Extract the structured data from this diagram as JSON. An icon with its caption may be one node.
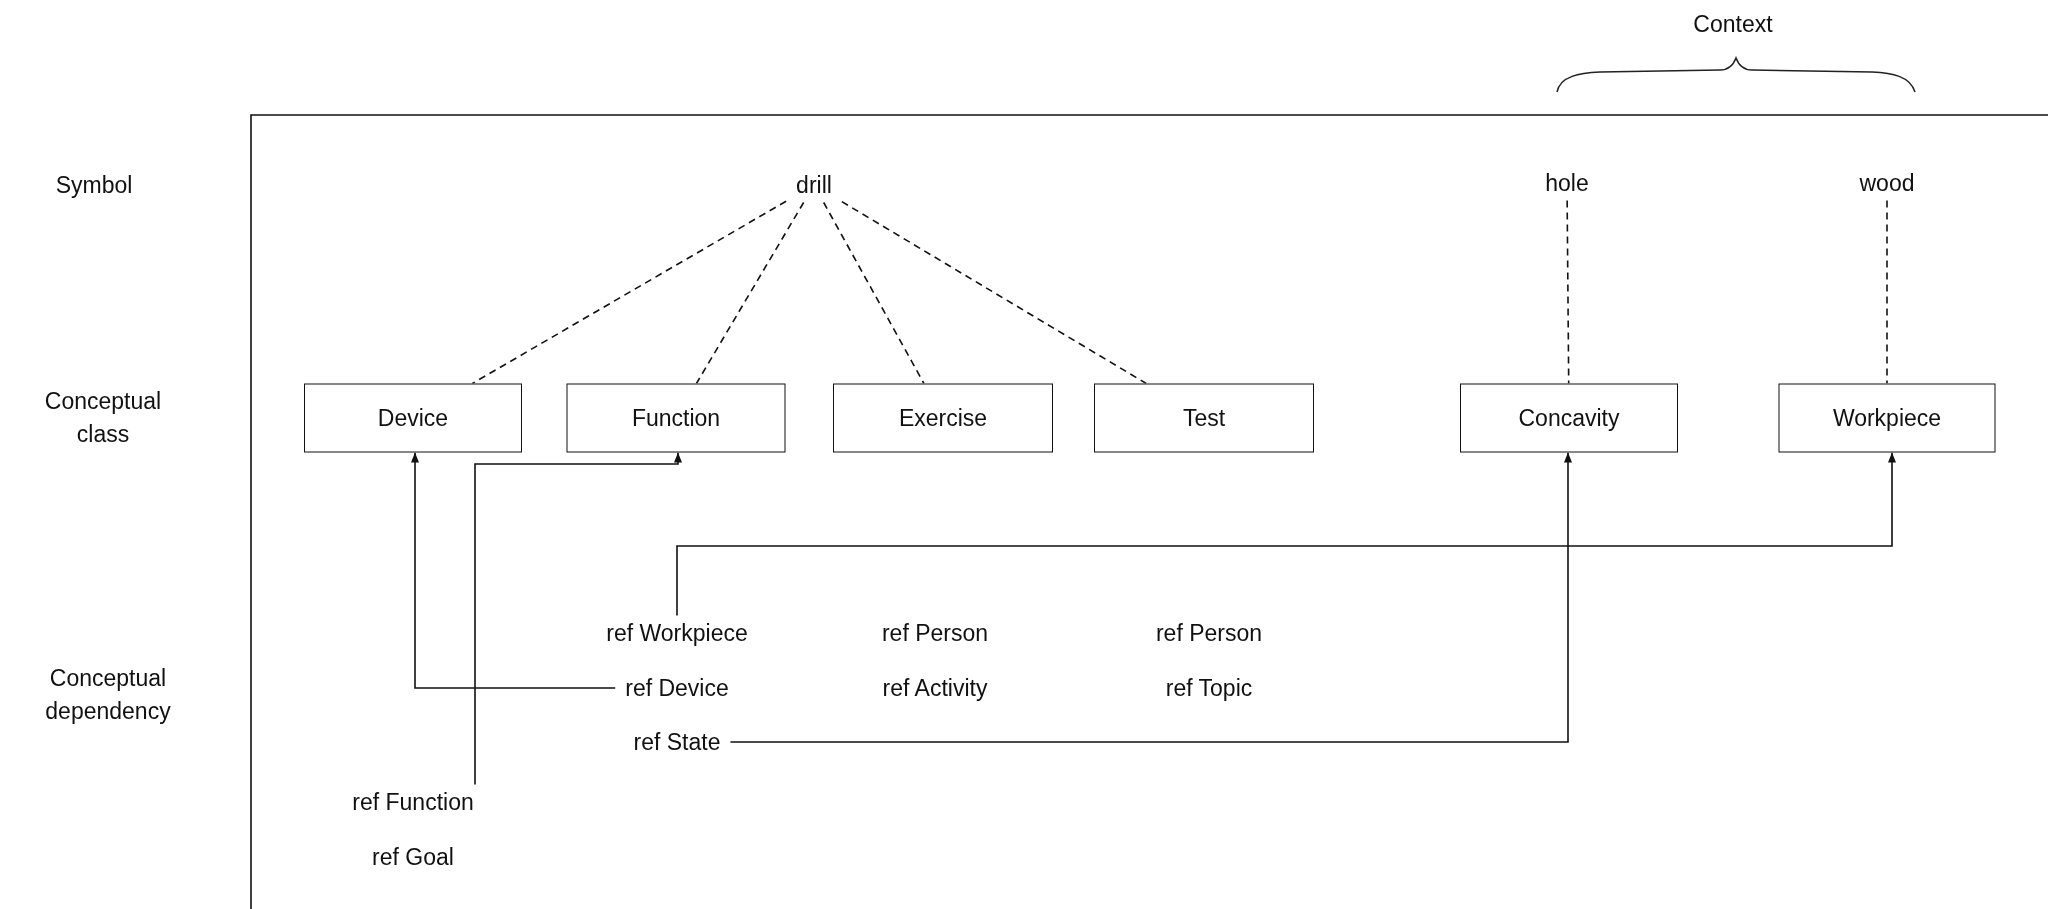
{
  "diagram": {
    "nodes": [
      {
        "text": [
          "drill"
        ]
      },
      {
        "text": [
          "hole"
        ]
      },
      {
        "text": [
          "wood"
        ]
      },
      {
        "text": [
          "Device"
        ]
      },
      {
        "text": [
          "Function"
        ]
      },
      {
        "text": [
          "Exercise"
        ]
      },
      {
        "text": [
          "Test"
        ]
      },
      {
        "text": [
          "Concavity"
        ]
      },
      {
        "text": [
          "Workpiece"
        ]
      },
      {
        "text": [
          "ref Workpiece"
        ]
      },
      {
        "text": [
          "ref Device"
        ]
      },
      {
        "text": [
          "ref State"
        ]
      },
      {
        "text": [
          "ref Function"
        ]
      }
    ],
    "edges": [
      {
        "from": 0,
        "to": 3,
        "arrow": "none",
        "style": "dashed"
      },
      {
        "from": 0,
        "to": 4,
        "arrow": "none",
        "style": "dashed"
      },
      {
        "from": 0,
        "to": 5,
        "arrow": "none",
        "style": "dashed"
      },
      {
        "from": 0,
        "to": 6,
        "arrow": "none",
        "style": "dashed"
      },
      {
        "from": 1,
        "to": 7,
        "arrow": "none",
        "style": "dashed"
      },
      {
        "from": 2,
        "to": 8,
        "arrow": "none",
        "style": "dashed"
      },
      {
        "from": 9,
        "to": 8,
        "arrow": "to"
      },
      {
        "from": 10,
        "to": 3,
        "arrow": "to"
      },
      {
        "from": 11,
        "to": 7,
        "arrow": "to"
      },
      {
        "from": 12,
        "to": 4,
        "arrow": "to"
      }
    ],
    "labels": [
      "Context",
      "Symbol",
      "Conceptual class",
      "Conceptual dependency",
      "ref Person",
      "ref Activity",
      "ref Person",
      "ref Topic",
      "ref Goal"
    ]
  }
}
